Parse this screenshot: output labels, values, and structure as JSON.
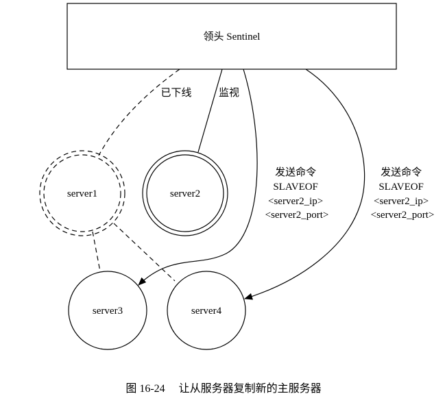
{
  "nodes": {
    "sentinel": "领头 Sentinel",
    "server1": "server1",
    "server2": "server2",
    "server3": "server3",
    "server4": "server4"
  },
  "edges": {
    "offline_label": "已下线",
    "monitor_label": "监视",
    "cmd_server3": [
      "发送命令",
      "SLAVEOF",
      "<server2_ip>",
      "<server2_port>"
    ],
    "cmd_server4": [
      "发送命令",
      "SLAVEOF",
      "<server2_ip>",
      "<server2_port>"
    ]
  },
  "caption": "图 16-24　 让从服务器复制新的主服务器"
}
